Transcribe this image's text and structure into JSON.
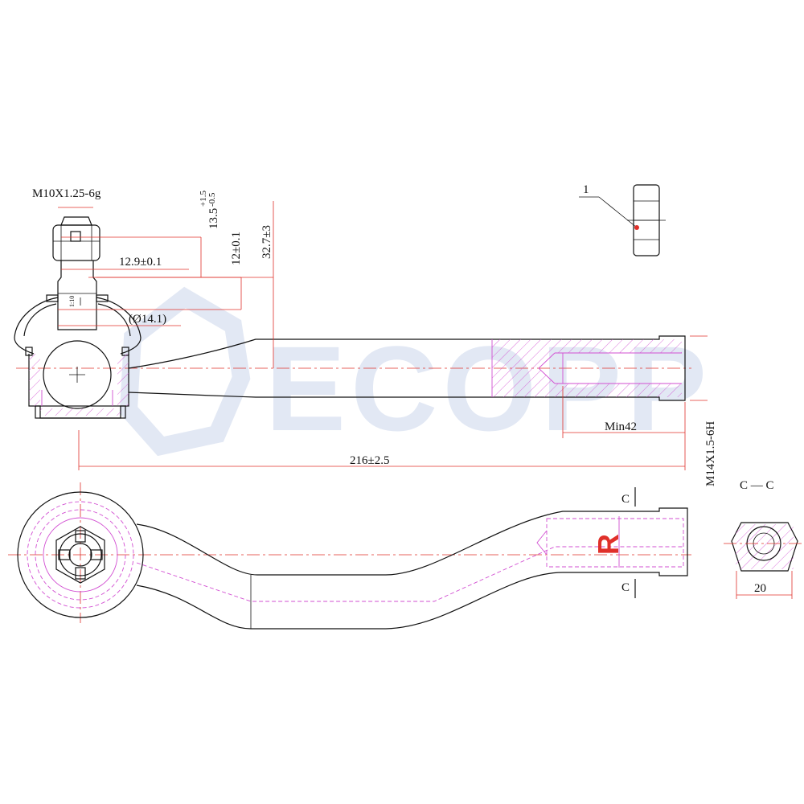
{
  "watermark": {
    "text": "ECOPP",
    "color": "#dfe6f3"
  },
  "colors": {
    "outline": "#111111",
    "dimension_line": "#e0302a",
    "hidden_line": "#d24fd2",
    "mark": "#e0302a"
  },
  "dimensions": {
    "stud_thread": "M10X1.25-6g",
    "stud_length_base": "13.5",
    "stud_length_tol_upper": "+1.5",
    "stud_length_tol_lower": "-0.5",
    "height_12": "12±0.1",
    "height_32": "32.7±3",
    "stud_width": "12.9±0.1",
    "taper": "1:10",
    "ball_dia": "(Ø14.1)",
    "overall_length": "216±2.5",
    "thread_depth": "Min42",
    "internal_thread": "M14X1.5-6H",
    "hex_across_flats": "20"
  },
  "callouts": {
    "item_number": "1",
    "section_mark": "C",
    "section_title": "C — C",
    "side_mark": "R"
  }
}
